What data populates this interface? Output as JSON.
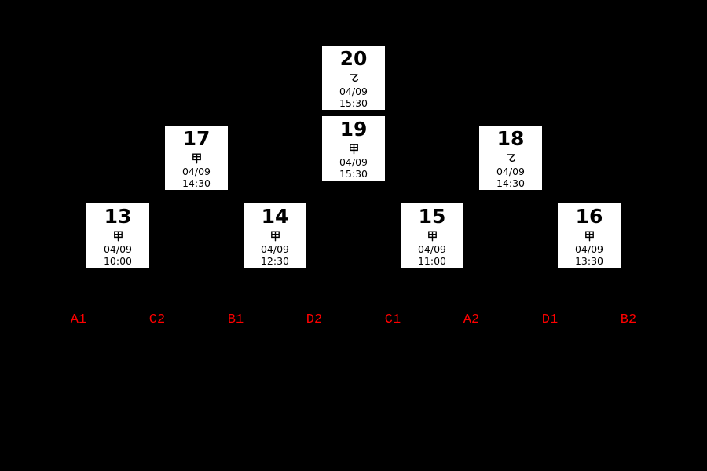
{
  "colors": {
    "background": "#000000",
    "box_background": "#ffffff",
    "box_text": "#000000",
    "seed_text": "#ff0000"
  },
  "bracket": {
    "matches": [
      {
        "number": "13",
        "group": "甲",
        "date": "04/09",
        "time": "10:00"
      },
      {
        "number": "14",
        "group": "甲",
        "date": "04/09",
        "time": "12:30"
      },
      {
        "number": "15",
        "group": "甲",
        "date": "04/09",
        "time": "11:00"
      },
      {
        "number": "16",
        "group": "甲",
        "date": "04/09",
        "time": "13:30"
      },
      {
        "number": "17",
        "group": "甲",
        "date": "04/09",
        "time": "14:30"
      },
      {
        "number": "18",
        "group": "乙",
        "date": "04/09",
        "time": "14:30"
      },
      {
        "number": "19",
        "group": "甲",
        "date": "04/09",
        "time": "15:30"
      },
      {
        "number": "20",
        "group": "乙",
        "date": "04/09",
        "time": "15:30"
      }
    ],
    "seeds": [
      {
        "label": "A1"
      },
      {
        "label": "C2"
      },
      {
        "label": "B1"
      },
      {
        "label": "D2"
      },
      {
        "label": "C1"
      },
      {
        "label": "A2"
      },
      {
        "label": "D1"
      },
      {
        "label": "B2"
      }
    ]
  }
}
